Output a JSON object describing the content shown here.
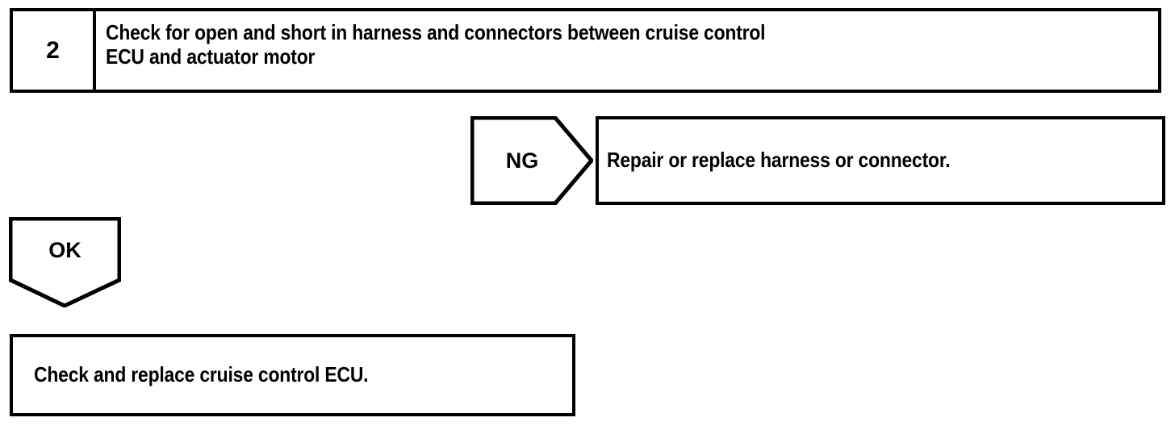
{
  "diagram": {
    "type": "troubleshooting-flowchart",
    "colors": {
      "line": "#000000",
      "fill": "#ffffff",
      "text": "#000000"
    },
    "step": {
      "number": "2",
      "instruction": "Check for open and short in harness and connectors between cruise control\nECU and actuator motor"
    },
    "branches": {
      "ng": {
        "label": "NG",
        "shape": "pentagon-right",
        "result": "Repair or replace harness or connector."
      },
      "ok": {
        "label": "OK",
        "shape": "pentagon-down",
        "result": "Check and replace cruise control ECU."
      }
    }
  }
}
